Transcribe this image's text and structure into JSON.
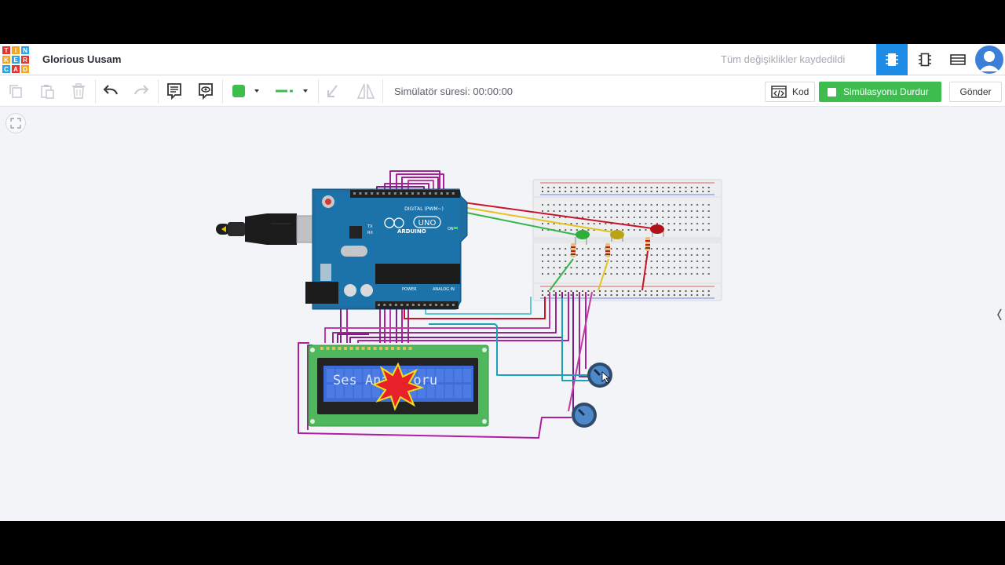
{
  "app": {
    "logo_letters": [
      "T",
      "I",
      "N",
      "K",
      "E",
      "R",
      "C",
      "A",
      "D"
    ],
    "project_title": "Glorious Uusam",
    "save_status": "Tüm değişiklikler kaydedildi"
  },
  "toolbar": {
    "simulator_time_label": "Simülatör süresi: 00:00:00",
    "code_label": "Kod",
    "simulation_label": "Simülasyonu Durdur",
    "send_label": "Gönder",
    "selected_color": "#3ebd4f"
  },
  "arduino": {
    "brand": "ARDUINO",
    "model": "UNO",
    "digital_label": "DIGITAL (PWM~)",
    "power_label": "POWER",
    "analog_label": "ANALOG IN",
    "on_label": "ON",
    "tx_label": "TX",
    "rx_label": "RX"
  },
  "lcd": {
    "text": "Ses Analizoru"
  },
  "colors": {
    "accent": "#1c8ce6",
    "sim_green": "#3ebd4f",
    "canvas_bg": "#f3f4f7",
    "led_green": "#2fae3a",
    "led_yellow": "#b8a414",
    "led_red": "#b0121a"
  }
}
